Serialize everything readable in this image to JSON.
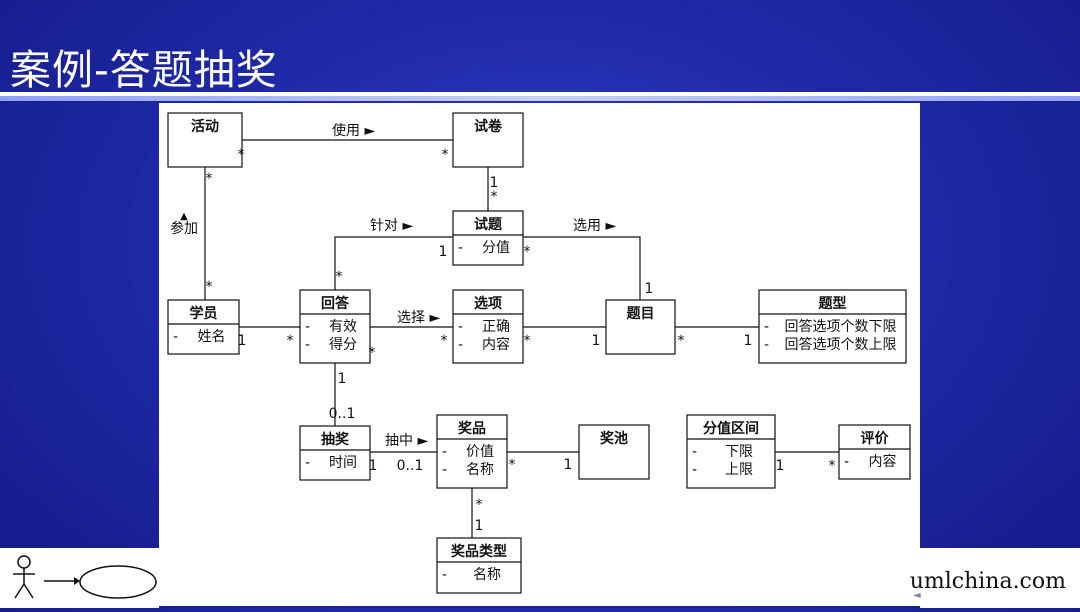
{
  "title": "案例-答题抽奖",
  "footer": {
    "url": "umlchina.com"
  },
  "classes": {
    "huodong": {
      "name": "活动",
      "attrs": []
    },
    "shijuan": {
      "name": "试卷",
      "attrs": []
    },
    "shiti": {
      "name": "试题",
      "attrs": [
        {
          "marker": "-",
          "text": "分值"
        }
      ]
    },
    "xueyuan": {
      "name": "学员",
      "attrs": [
        {
          "marker": "-",
          "text": "姓名"
        }
      ]
    },
    "huida": {
      "name": "回答",
      "attrs": [
        {
          "marker": "-",
          "text": "有效"
        },
        {
          "marker": "-",
          "text": "得分"
        }
      ]
    },
    "xuanxiang": {
      "name": "选项",
      "attrs": [
        {
          "marker": "-",
          "text": "正确"
        },
        {
          "marker": "-",
          "text": "内容"
        }
      ]
    },
    "timu": {
      "name": "题目",
      "attrs": []
    },
    "tixing": {
      "name": "题型",
      "attrs": [
        {
          "marker": "-",
          "text": "回答选项个数下限"
        },
        {
          "marker": "-",
          "text": "回答选项个数上限"
        }
      ]
    },
    "choujiang": {
      "name": "抽奖",
      "attrs": [
        {
          "marker": "-",
          "text": "时间"
        }
      ]
    },
    "jiangpin": {
      "name": "奖品",
      "attrs": [
        {
          "marker": "-",
          "text": "价值"
        },
        {
          "marker": "-",
          "text": "名称"
        }
      ]
    },
    "jiangchi": {
      "name": "奖池",
      "attrs": []
    },
    "fenzhiqujian": {
      "name": "分值区间",
      "attrs": [
        {
          "marker": "-",
          "text": "下限"
        },
        {
          "marker": "-",
          "text": "上限"
        }
      ]
    },
    "pingjia": {
      "name": "评价",
      "attrs": [
        {
          "marker": "-",
          "text": "内容"
        }
      ]
    },
    "jiangpinleixing": {
      "name": "奖品类型",
      "attrs": [
        {
          "marker": "-",
          "text": "名称"
        }
      ]
    }
  },
  "associations": [
    {
      "from": "huodong",
      "to": "shijuan",
      "label": "使用 ►",
      "m1": "*",
      "m2": "*"
    },
    {
      "from": "huodong",
      "to": "xueyuan",
      "label": "▲ 参加",
      "m1": "*",
      "m2": "*"
    },
    {
      "from": "shijuan",
      "to": "shiti",
      "label": "",
      "m1": "1",
      "m2": "*"
    },
    {
      "from": "shiti",
      "to": "huida",
      "label": "针对 ►",
      "m1": "1",
      "m2": "*"
    },
    {
      "from": "shiti",
      "to": "timu",
      "label": "选用 ►",
      "m1": "*",
      "m2": "1"
    },
    {
      "from": "xueyuan",
      "to": "huida",
      "label": "",
      "m1": "1",
      "m2": "*"
    },
    {
      "from": "huida",
      "to": "xuanxiang",
      "label": "选择 ►",
      "m1": "*",
      "m2": "*"
    },
    {
      "from": "xuanxiang",
      "to": "timu",
      "label": "",
      "m1": "*",
      "m2": "1"
    },
    {
      "from": "timu",
      "to": "tixing",
      "label": "",
      "m1": "*",
      "m2": "1"
    },
    {
      "from": "huida",
      "to": "choujiang",
      "label": "",
      "m1": "1",
      "m2": "0..1"
    },
    {
      "from": "choujiang",
      "to": "jiangpin",
      "label": "抽中 ►",
      "m1": "1",
      "m2": "0..1"
    },
    {
      "from": "jiangpin",
      "to": "jiangchi",
      "label": "",
      "m1": "*",
      "m2": "1"
    },
    {
      "from": "fenzhiqujian",
      "to": "pingjia",
      "label": "",
      "m1": "1",
      "m2": "*"
    },
    {
      "from": "jiangpin",
      "to": "jiangpinleixing",
      "label": "",
      "m1": "*",
      "m2": "1"
    }
  ]
}
